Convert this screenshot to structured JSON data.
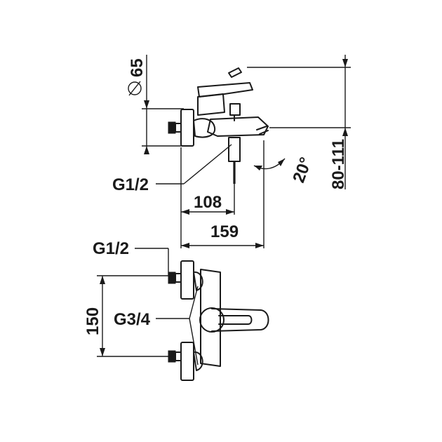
{
  "labels": {
    "diameter": "65",
    "inlet_top": "G1/2",
    "offset_108": "108",
    "offset_159": "159",
    "angle": "20°",
    "height_range": "80-111",
    "inlet_bottom": "G1/2",
    "connection": "G3/4",
    "centers": "150"
  }
}
